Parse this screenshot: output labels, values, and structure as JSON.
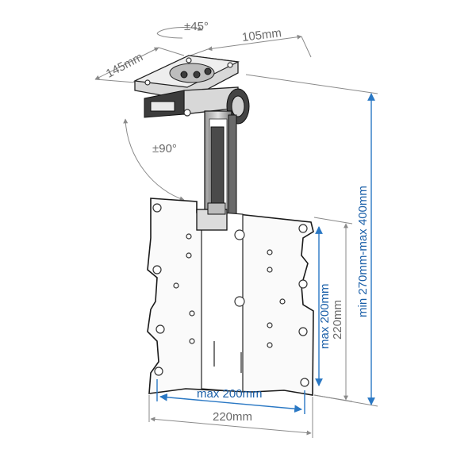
{
  "dimensions": {
    "rotation_top": "±45°",
    "plate_width": "105mm",
    "plate_depth": "145mm",
    "tilt": "±90°",
    "height_range": "min 270mm-max 400mm",
    "vesa_vertical_max": "max 200mm",
    "plate_height": "220mm",
    "vesa_horizontal_max": "max 200mm",
    "plate_width_bottom": "220mm"
  },
  "colors": {
    "label_gray": "#6a6a6a",
    "label_blue": "#1a5fa8",
    "dimension_blue": "#2a78c4"
  }
}
